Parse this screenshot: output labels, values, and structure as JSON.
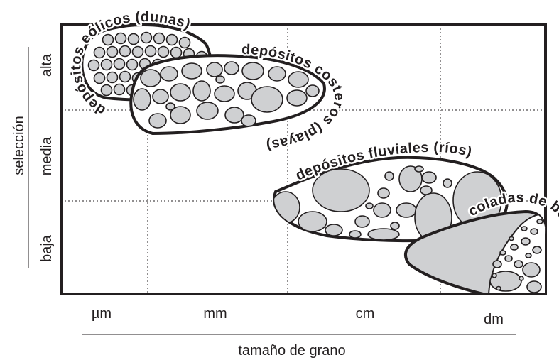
{
  "diagram": {
    "x_axis": {
      "title": "tamaño de grano",
      "ticks": [
        "µm",
        "mm",
        "cm",
        "dm"
      ]
    },
    "y_axis": {
      "title": "selección",
      "ticks": [
        "alta",
        "media",
        "baja"
      ]
    },
    "fields": [
      {
        "key": "eolicos",
        "label": "depósitos eólicos (dunas)"
      },
      {
        "key": "costeros",
        "label": "depósitos costeros (playas)"
      },
      {
        "key": "fluviales",
        "label": "depósitos fluviales (ríos)"
      },
      {
        "key": "coladas",
        "label": "coladas de barro"
      }
    ]
  }
}
